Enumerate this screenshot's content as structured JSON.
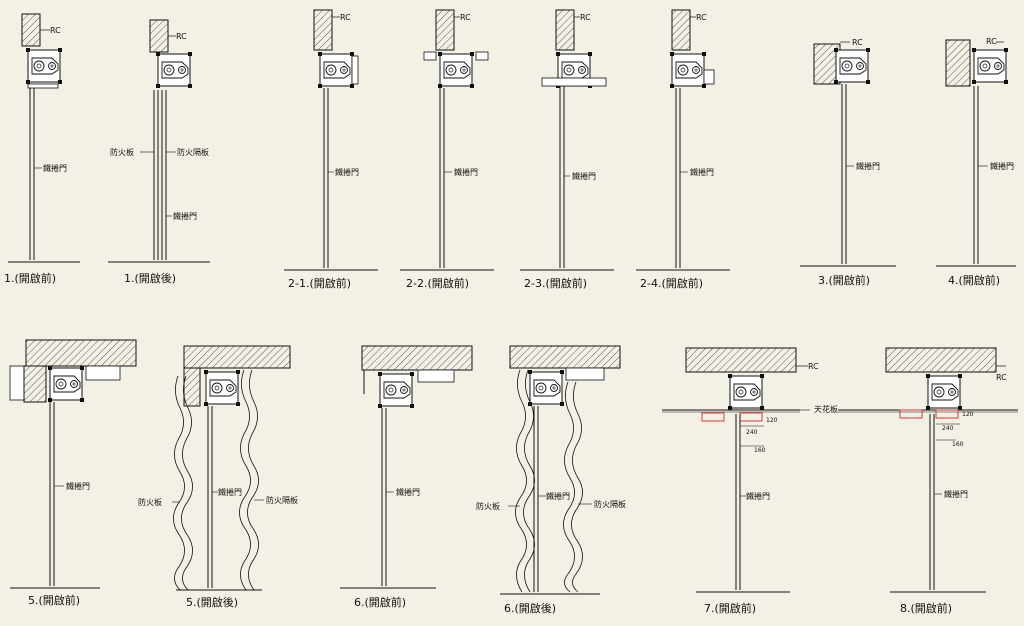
{
  "background": "#f3f1e6",
  "accent_color": "#d23b3b",
  "rc_label": "RC",
  "detail_labels": {
    "door": "鐵捲門",
    "fire_board": "防火板",
    "fire_board_right": "防火隔板",
    "ceiling": "天花板"
  },
  "dimensions": {
    "d120": "120",
    "d240": "240",
    "d160": "160"
  },
  "captions": [
    "1.(開啟前)",
    "1.(開啟後)",
    "2-1.(開啟前)",
    "2-2.(開啟前)",
    "2-3.(開啟前)",
    "2-4.(開啟前)",
    "3.(開啟前)",
    "4.(開啟前)",
    "5.(開啟前)",
    "5.(開啟後)",
    "6.(開啟前)",
    "6.(開啟後)",
    "7.(開啟前)",
    "8.(開啟前)"
  ]
}
